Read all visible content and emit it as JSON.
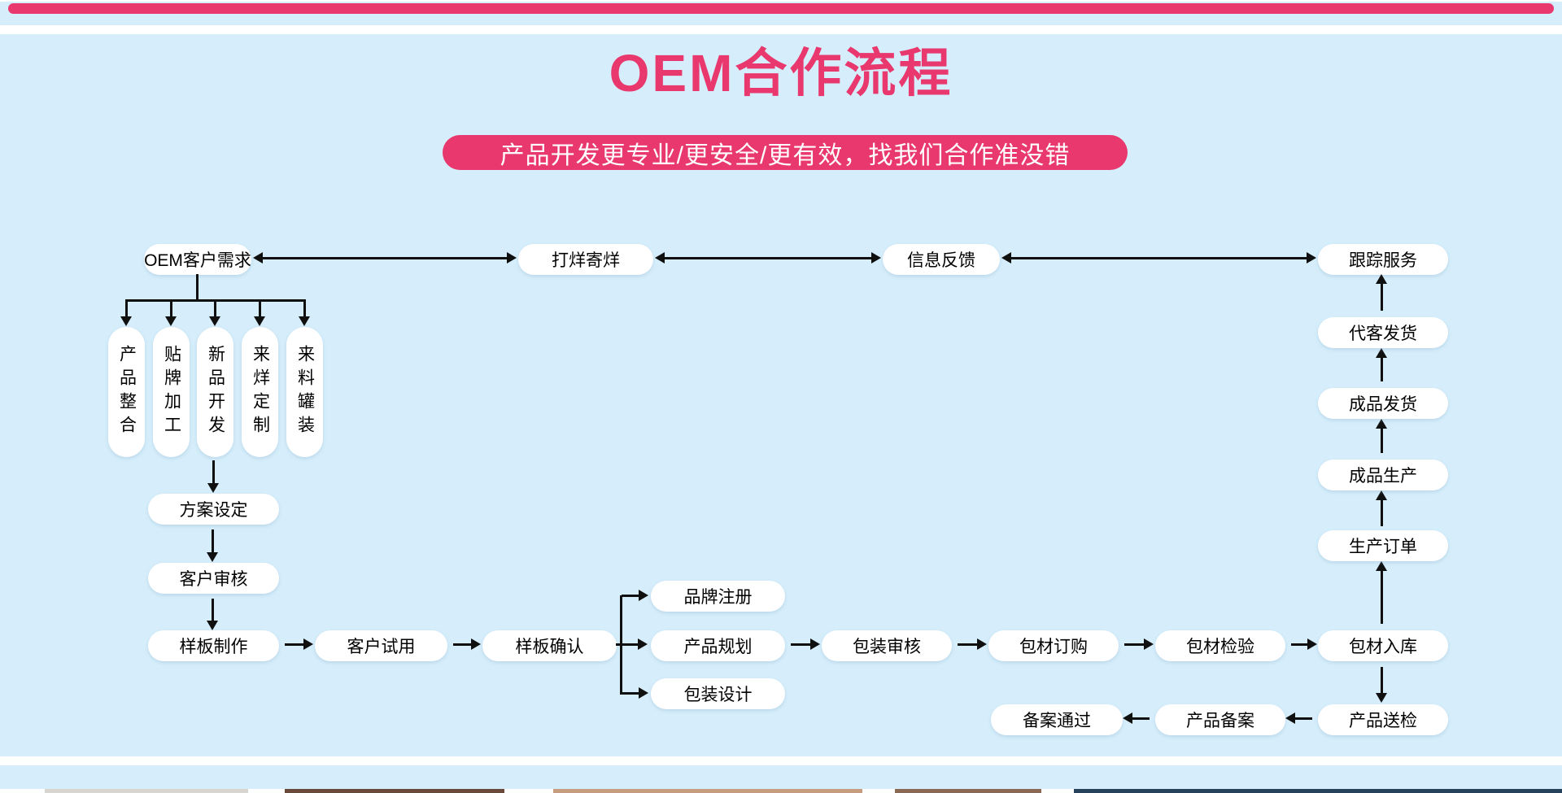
{
  "section": {
    "title": "OEM合作流程",
    "subtitle": "产品开发更专业/更安全/更有效，找我们合作准没错"
  },
  "flow": {
    "top_row": [
      "OEM客户需求",
      "打烊寄烊",
      "信息反馈",
      "跟踪服务"
    ],
    "service_modes": [
      "产品整合",
      "贴牌加工",
      "新品开发",
      "来烊定制",
      "来料罐装"
    ],
    "plan_chain": [
      "方案设定",
      "客户审核",
      "样板制作",
      "客户试用",
      "样板确认"
    ],
    "branch": [
      "品牌注册",
      "产品规划",
      "包装设计"
    ],
    "packaging_chain": [
      "包装审核",
      "包材订购",
      "包材检验",
      "包材入库"
    ],
    "production_chain": [
      "生产订单",
      "成品生产",
      "成品发货",
      "代客发货"
    ],
    "filing_chain": [
      "产品送检",
      "产品备案",
      "备案通过"
    ]
  },
  "colors": {
    "accent": "#e8386d",
    "panel_background": "#d6eefb",
    "node_background": "#ffffff",
    "arrow": "#101010",
    "photo_fragments": [
      "#d8d5cf",
      "#6a4a3a",
      "#c79d80",
      "#8a6a52",
      "#27435c"
    ]
  }
}
